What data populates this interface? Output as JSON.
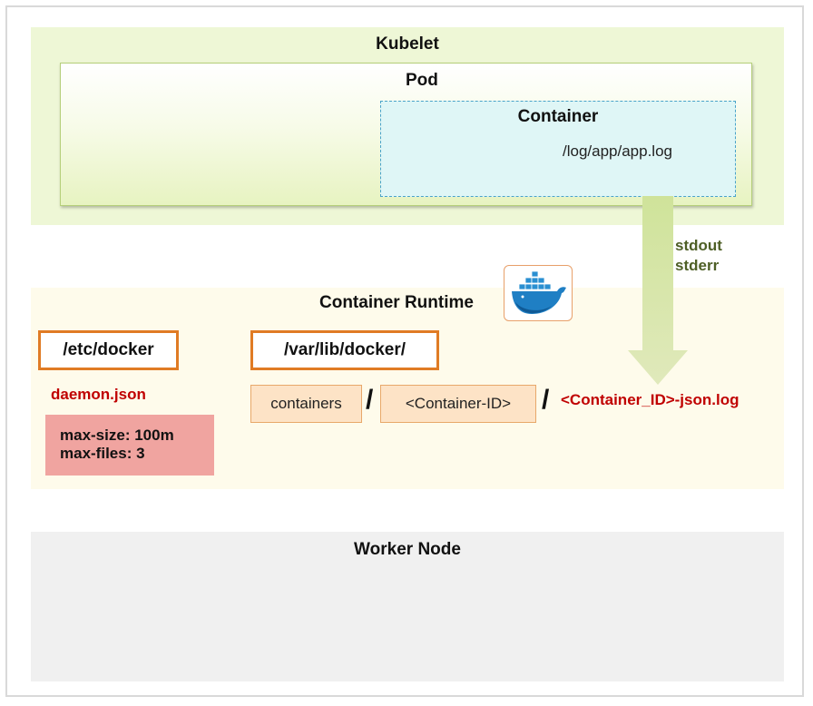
{
  "kubelet": {
    "title": "Kubelet"
  },
  "pod": {
    "title": "Pod"
  },
  "container": {
    "title": "Container",
    "log_path": "/log/app/app.log"
  },
  "streams": {
    "stdout": "stdout",
    "stderr": "stderr"
  },
  "runtime": {
    "title": "Container Runtime",
    "logo_icon": "docker-whale-icon"
  },
  "docker_config": {
    "dir": "/etc/docker",
    "file": "daemon.json",
    "max_size": "max-size: 100m",
    "max_files": "max-files: 3"
  },
  "log_location": {
    "base_dir": "/var/lib/docker/",
    "segment_containers": "containers",
    "slash": "/",
    "segment_container_id": "<Container-ID>",
    "log_file": "<Container_ID>-json.log"
  },
  "worker": {
    "title": "Worker Node"
  },
  "colors": {
    "kubelet_bg": "#eef7d6",
    "container_bg": "#dff6f6",
    "runtime_bg": "#fefbeb",
    "worker_bg": "#f0f0f0",
    "accent_orange": "#e07b24",
    "accent_red": "#c00000",
    "arrow": "#dbe7b2"
  }
}
